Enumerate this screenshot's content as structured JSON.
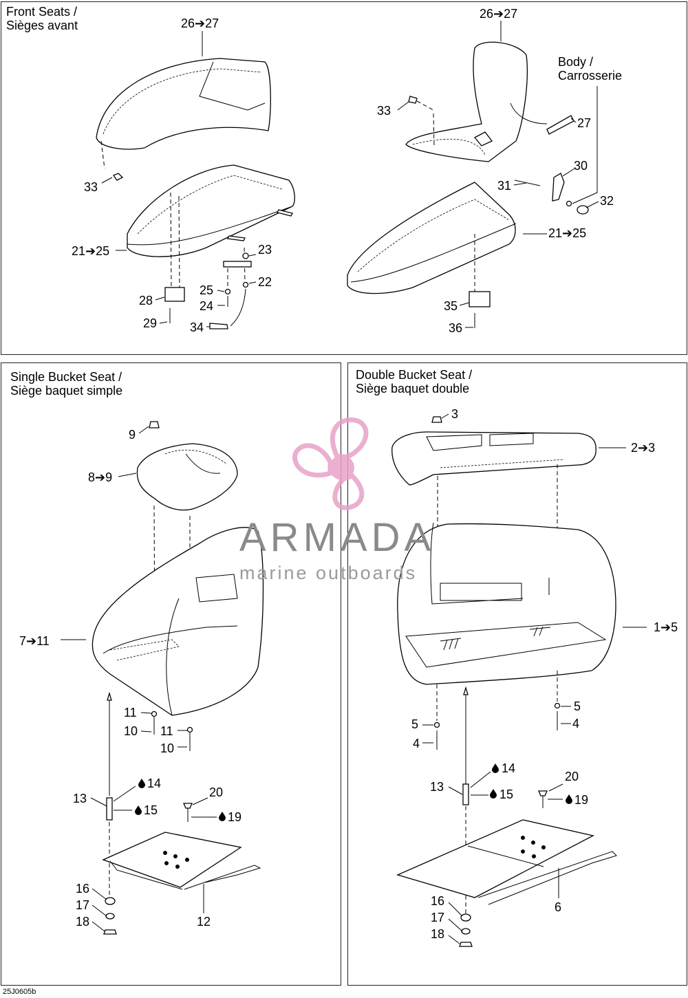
{
  "panels": {
    "front": {
      "title_en": "Front Seats /",
      "title_fr": "Sièges avant"
    },
    "single": {
      "title_en": "Single Bucket Seat /",
      "title_fr": "Siège baquet simple"
    },
    "double": {
      "title_en": "Double Bucket Seat /",
      "title_fr": "Siège baquet double"
    }
  },
  "body_label": {
    "en": "Body /",
    "fr": "Carrosserie"
  },
  "watermark": {
    "brand": "ARMADA",
    "tagline": "marine outboards",
    "logo_color": "#e8a2c8"
  },
  "drawing_code": "25J0605b",
  "callouts": {
    "front_left": [
      "26➔27",
      "33",
      "21➔25",
      "23",
      "22",
      "25",
      "24",
      "28",
      "29",
      "34"
    ],
    "front_right": [
      "26➔27",
      "33",
      "27",
      "30",
      "31",
      "32",
      "21➔25",
      "35",
      "36"
    ],
    "single": [
      "9",
      "8➔9",
      "7➔11",
      "11",
      "10",
      "11",
      "10",
      "13",
      "14",
      "15",
      "20",
      "19",
      "16",
      "17",
      "18",
      "12"
    ],
    "double": [
      "3",
      "2➔3",
      "1➔5",
      "5",
      "4",
      "5",
      "4",
      "13",
      "14",
      "15",
      "20",
      "19",
      "16",
      "17",
      "18",
      "6"
    ]
  }
}
